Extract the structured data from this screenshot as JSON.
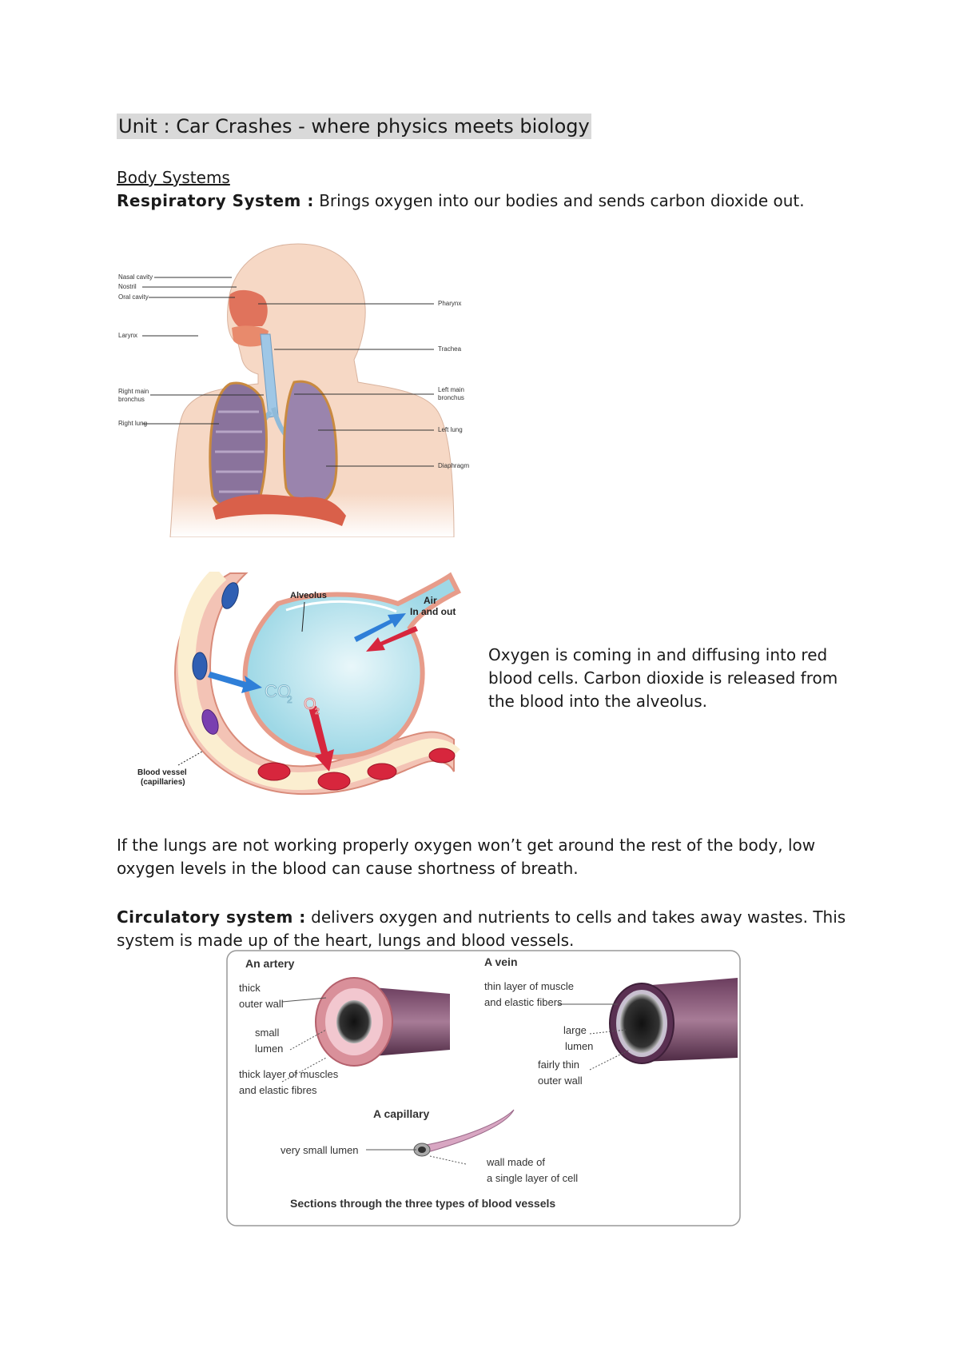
{
  "doc": {
    "title": "Unit : Car Crashes - where physics meets biology",
    "subheading": "Body Systems",
    "respiratory_heading": "Respiratory System :",
    "respiratory_text": "Brings oxygen into our bodies and sends carbon dioxide out.",
    "alveolus_caption": "Oxygen is coming in and diffusing into red blood cells. Carbon dioxide is released from the blood into the alveolus.",
    "lungs_text": "If the lungs are not working properly oxygen won’t get around the rest of the body, low oxygen levels in the blood can cause shortness of breath.",
    "circulatory_heading": "Circulatory system :",
    "circulatory_text": "delivers oxygen and nutrients to cells and takes away wastes. This system is made up of the heart, lungs and blood vessels."
  },
  "respiratory_diagram": {
    "labels_left": [
      "Nasal cavity",
      "Nostril",
      "Oral cavity",
      "Larynx",
      "Right main",
      "bronchus",
      "Right lung"
    ],
    "labels_right": [
      "Pharynx",
      "Trachea",
      "Left main",
      "bronchus",
      "Left lung",
      "Diaphragm"
    ]
  },
  "alveolus_diagram": {
    "alveolus": "Alveolus",
    "air_1": "Air",
    "air_2": "In and out",
    "co2": "CO",
    "co2_sub": "2",
    "o2": "O",
    "o2_sub": "2",
    "vessel_1": "Blood vessel",
    "vessel_2": "(capillaries)"
  },
  "vessels_diagram": {
    "artery_title": "An artery",
    "artery_l1": "thick",
    "artery_l2": "outer wall",
    "artery_l3": "small",
    "artery_l4": "lumen",
    "artery_l5": "thick layer of muscles",
    "artery_l6": "and elastic fibres",
    "vein_title": "A vein",
    "vein_l1": "thin layer of muscle",
    "vein_l2": "and elastic fibers",
    "vein_l3": "large",
    "vein_l4": "lumen",
    "vein_l5": "fairly thin",
    "vein_l6": "outer wall",
    "cap_title": "A capillary",
    "cap_l1": "very small lumen",
    "cap_l2": "wall made of",
    "cap_l3": "a single layer of cell",
    "caption": "Sections through the three types of blood vessels"
  }
}
